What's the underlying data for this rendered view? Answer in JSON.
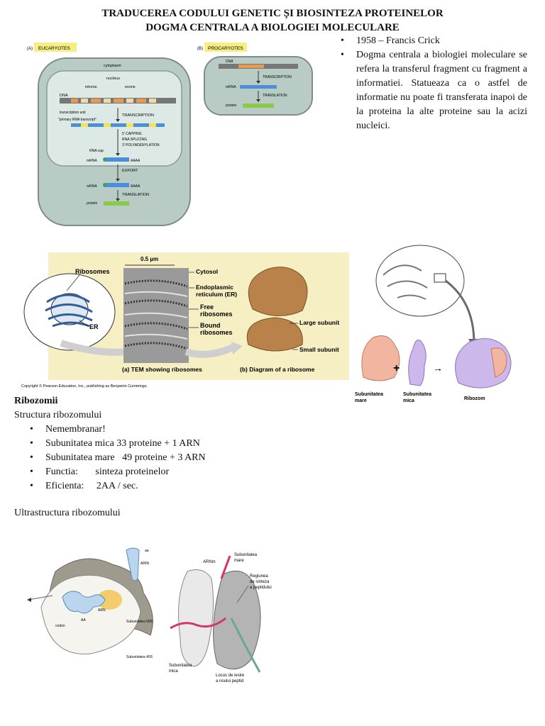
{
  "title": {
    "line1": "TRADUCEREA CODULUI GENETIC ȘI BIOSINTEZA PROTEINELOR",
    "line2": "DOGMA CENTRALA A BIOLOGIEI MOLECULARE"
  },
  "intro_bullets": [
    "1958 – Francis Crick",
    "Dogma centrala a biologiei moleculare se refera la transferul fragment cu fragment a informatiei. Statueaza ca o astfel de informatie nu poate fi transferata inapoi de la proteina la alte proteine sau la acizi nucleici."
  ],
  "fig_dogma": {
    "panel_a": {
      "label": "(A)",
      "tag": "EUCARYOTES",
      "cytoplasm": "cytoplasm",
      "nucleus": "nucleus",
      "introns": "introns",
      "exons": "exons",
      "dna": "DNA",
      "transcription_unit": "transcription unit",
      "primary_transcript": "\"primary RNA transcript\"",
      "transcription": "TRANSCRIPTION",
      "processing": [
        "5' CAPPING",
        "RNA SPLICING",
        "3' POLYADENYLATION"
      ],
      "rna_cap": "RNA cap",
      "mrna": "mRNA",
      "polya": "AAAA",
      "export": "EXPORT",
      "translation": "TRANSLATION",
      "protein": "protein"
    },
    "panel_b": {
      "label": "(B)",
      "tag": "PROCARYOTES",
      "dna": "DNA",
      "transcription": "TRANSCRIPTION",
      "mrna": "mRNA",
      "translation": "TRANSLATION",
      "protein": "protein"
    }
  },
  "fig_ribosomes": {
    "ribosomes": "Ribosomes",
    "er": "ER",
    "scale": "0.5 µm",
    "cytosol": "Cytosol",
    "er_full": [
      "Endoplasmic",
      "reticulum (ER)"
    ],
    "free": [
      "Free",
      "ribosomes"
    ],
    "bound": [
      "Bound",
      "ribosomes"
    ],
    "large_subunit": "Large subunit",
    "small_subunit": "Small subunit",
    "caption_a": "(a) TEM showing ribosomes",
    "caption_b": "(b) Diagram of a ribosome",
    "copyright": "Copyright © Pearson Education, Inc., publishing as Benjamin Cummings."
  },
  "fig_subunits": {
    "mare": [
      "Subunitatea",
      "mare"
    ],
    "mica": [
      "Subunitatea",
      "mica"
    ],
    "ribozom": "Ribozom",
    "plus": "+",
    "arrow": "→"
  },
  "section": {
    "heading": "Ribozomii",
    "subheading": "Structura ribozomului",
    "items": [
      "Nemembranar!",
      "Subunitatea mica 33 proteine + 1 ARN",
      "Subunitatea mare   49 proteine + 3 ARN",
      "Functia:       sinteza proteinelor",
      "Eficienta:     2AA / sec."
    ],
    "ultra": "Ultrastructura ribozomului"
  },
  "fig_ultra_left": {
    "trna_top": "aa",
    "arnt": "ARNt",
    "arn": "ARN",
    "codon": "codon",
    "aminoacil": "AA",
    "sub60": "Subunitatea 60S",
    "sub40": "Subunitatea 40S"
  },
  "fig_ultra_right": {
    "arnm": "ARNm",
    "mare": [
      "Subunitatea",
      "mare"
    ],
    "regiune": [
      "Regiunea",
      "de sinteza",
      "a peptidului"
    ],
    "mica": [
      "Subunitatea",
      "mica"
    ],
    "locus": [
      "Locus de iesire",
      "a noului peptid"
    ]
  }
}
